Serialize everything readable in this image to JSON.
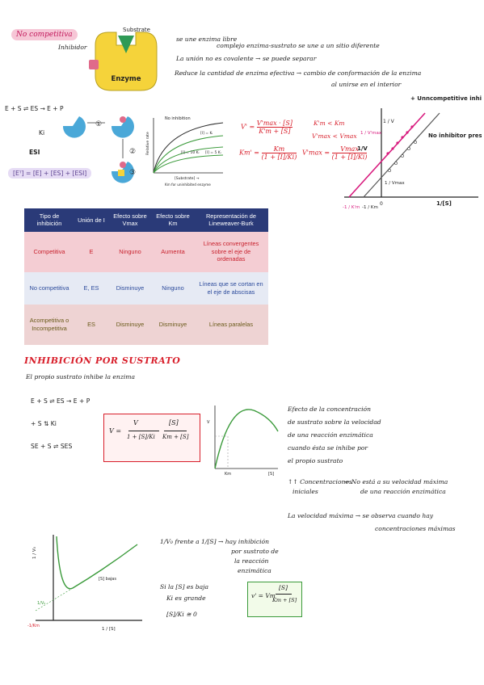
{
  "top": {
    "title": "No competitiva",
    "inhibitor_label": "Inhibidor",
    "substrate_label": "Substrate",
    "enzyme_label": "Enzyme",
    "notes": [
      "se une  enzima libre",
      "complejo enzima-sustrato  se une a un sitio diferente",
      "La unión no es covalente → se puede separar",
      "Reduce la cantidad de enzima efectiva → cambio de conformación de la enzima",
      "al unirse en el interior"
    ]
  },
  "scheme": {
    "line1": "E + S ⇌ ES → E + P",
    "ki": "Ki",
    "esi": "ESI",
    "conservation": "[Eᵀ] = [E] + [ES] + [ESI]",
    "steps": [
      "①",
      "②",
      "③"
    ]
  },
  "rate_plot": {
    "title": "No inhibition",
    "ylabel": "Relative rate",
    "xlabel": "[Substrate] →",
    "footer": "Km for uninhibited enzyme",
    "curves": [
      "[I] = Kᵢ",
      "[I] = 10 Kᵢ",
      "[I] = 5 Kᵢ"
    ]
  },
  "formulas": {
    "vprime_lhs": "V' =",
    "vprime_num": "V'max · [S]",
    "vprime_den": "K'm + [S]",
    "relations": [
      "K'm < Km",
      "V'max < Vmax"
    ],
    "kmprime_lhs": "Km' =",
    "kmprime_num": "Km",
    "kmprime_den": "(1 + [I]/Ki)",
    "vmaxprime_lhs": "V'max =",
    "vmaxprime_num": "Vmax",
    "vmaxprime_den": "(1 + [I]/Ki)"
  },
  "lb_plot": {
    "unc_label": "+ Unncompetitive inhibitor",
    "noinh_label": "No inhibitor present",
    "ylabel": "1/V",
    "xlabel": "1/[S]",
    "tick_x_a": "-1 / K'm",
    "tick_x_b": "-1 / Km",
    "tick_x_0": "0",
    "tick_y_a": "1 / V'max",
    "tick_y_b": "1 / Vmax",
    "tick_y_c": "1 / V"
  },
  "table": {
    "headers": [
      "Tipo de inhibición",
      "Unión de I",
      "Efecto sobre Vmax",
      "Efecto sobre Km",
      "Representación de Lineweaver-Burk"
    ],
    "rows": [
      [
        "Competitiva",
        "E",
        "Ninguno",
        "Aumenta",
        "Líneas convergentes sobre el eje de ordenadas"
      ],
      [
        "No competitiva",
        "E, ES",
        "Disminuye",
        "Ninguno",
        "Líneas que se cortan en el eje de abscisas"
      ],
      [
        "Acompetitiva o Incompetitiva",
        "ES",
        "Disminuye",
        "Disminuye",
        "Líneas paralelas"
      ]
    ]
  },
  "substrate_section": {
    "title": "INHIBICIÓN POR SUSTRATO",
    "subtitle": "El propio sustrato inhibe la enzima",
    "scheme_lines": [
      "E + S ⇌ ES → E + P",
      "+ S  ⇅ Ki",
      "SE + S ⇌ SES"
    ],
    "v_lhs": "V =",
    "v_num": "V",
    "v_den": "1 + [S]/Ki",
    "v_rnum": "[S]",
    "v_rden": "Km + [S]",
    "curve_ylabel": "V",
    "curve_xlabel": "[S]",
    "curve_xtick": "Km",
    "notes": [
      "Efecto de la concentración",
      "de sustrato sobre la velocidad",
      "de una reacción enzimática",
      "cuando ésta se inhibe por",
      "el propio sustrato",
      "↑↑ Concentraciones",
      "iniciales",
      "→ No está a su velocidad máxima",
      "de una reacción enzimática",
      "La velocidad máxima → se observa cuando hay",
      "concentraciones máximas"
    ],
    "lb_ylabel": "1 / V₀",
    "lb_xlabel": "1 / [S]",
    "lb_curve_label": "[S] bajas",
    "lb_tick_y": "1/V₀",
    "lb_tick_x": "-1/Km",
    "lb_notes": [
      "1/V₀ frente a 1/[S] → hay inhibición",
      "por sustrato de",
      "la reacción",
      "enzimática",
      "Si la [S] es baja",
      "Ki es grande",
      "[S]/Ki ≅ 0"
    ],
    "final_lhs": "v' = Vm",
    "final_num": "[S]",
    "final_den": "Km + [S]"
  },
  "colors": {
    "header_navy": "#2a3a78",
    "competitive_row": "#f4cdd3",
    "noncompetitive_row": "#e6eaf4",
    "uncompetitive_row": "#eed3d3",
    "accent_red": "#d81e2a",
    "enzyme_yellow": "#f5d33a",
    "substrate_green": "#2e9a55",
    "magenta_line": "#d81b7e",
    "green_curve": "#3a9a3a"
  }
}
